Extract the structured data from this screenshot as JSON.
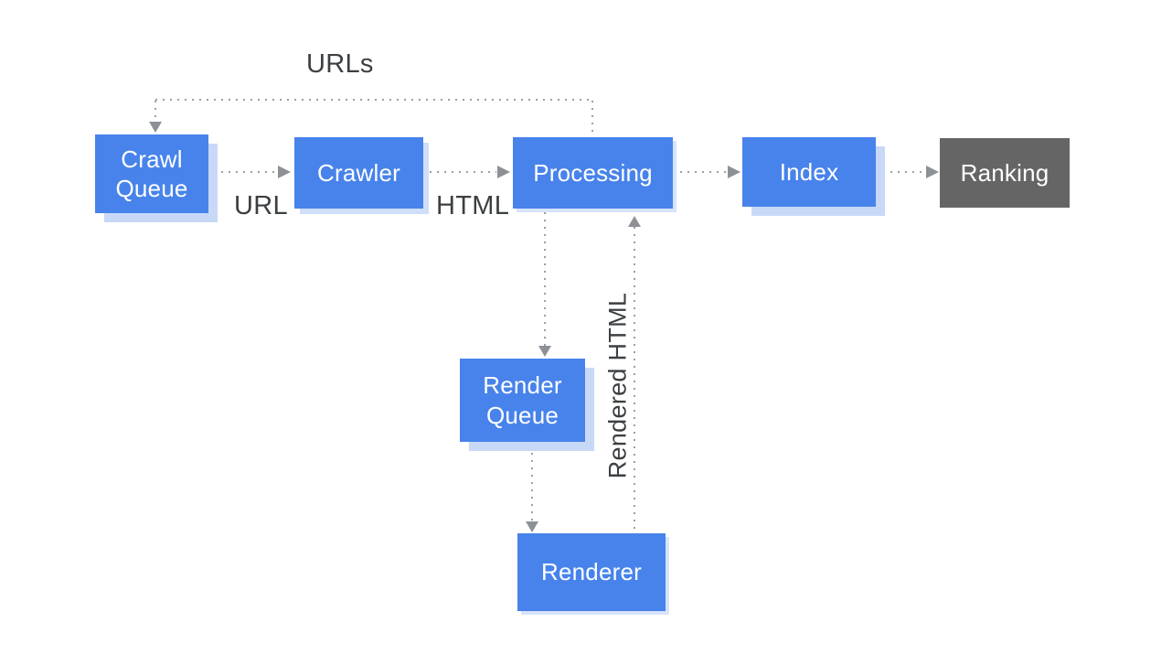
{
  "diagram": {
    "nodes": {
      "crawl_queue": {
        "label": "Crawl Queue",
        "color": "#4783eb",
        "shape": "rect"
      },
      "crawler": {
        "label": "Crawler",
        "color": "#4783eb",
        "shape": "rect"
      },
      "processing": {
        "label": "Processing",
        "color": "#4783eb",
        "shape": "rect"
      },
      "index": {
        "label": "Index",
        "color": "#4783eb",
        "shape": "rect"
      },
      "ranking": {
        "label": "Ranking",
        "color": "#656565",
        "shape": "rect"
      },
      "render_queue": {
        "label": "Render Queue",
        "color": "#4783eb",
        "shape": "rect"
      },
      "renderer": {
        "label": "Renderer",
        "color": "#4783eb",
        "shape": "rect"
      }
    },
    "edge_labels": {
      "urls": "URLs",
      "url": "URL",
      "html": "HTML",
      "rendered_html": "Rendered HTML"
    },
    "edges": [
      {
        "from": "crawl_queue",
        "to": "crawler",
        "label": "URL",
        "style": "dotted"
      },
      {
        "from": "crawler",
        "to": "processing",
        "label": "HTML",
        "style": "dotted"
      },
      {
        "from": "processing",
        "to": "index",
        "label": "",
        "style": "dotted"
      },
      {
        "from": "index",
        "to": "ranking",
        "label": "",
        "style": "dotted"
      },
      {
        "from": "processing",
        "to": "crawl_queue",
        "label": "URLs",
        "style": "dotted"
      },
      {
        "from": "processing",
        "to": "render_queue",
        "label": "",
        "style": "dotted"
      },
      {
        "from": "render_queue",
        "to": "renderer",
        "label": "",
        "style": "dotted"
      },
      {
        "from": "renderer",
        "to": "processing",
        "label": "Rendered HTML",
        "style": "dotted"
      }
    ],
    "colors": {
      "node_blue": "#4783eb",
      "node_gray": "#656565",
      "node_shadow": "#c8d9f7",
      "connector": "#9aa0a6",
      "arrowhead": "#8d9196",
      "label_text": "#3c4043",
      "node_text": "#ffffff",
      "background": "#ffffff"
    }
  }
}
